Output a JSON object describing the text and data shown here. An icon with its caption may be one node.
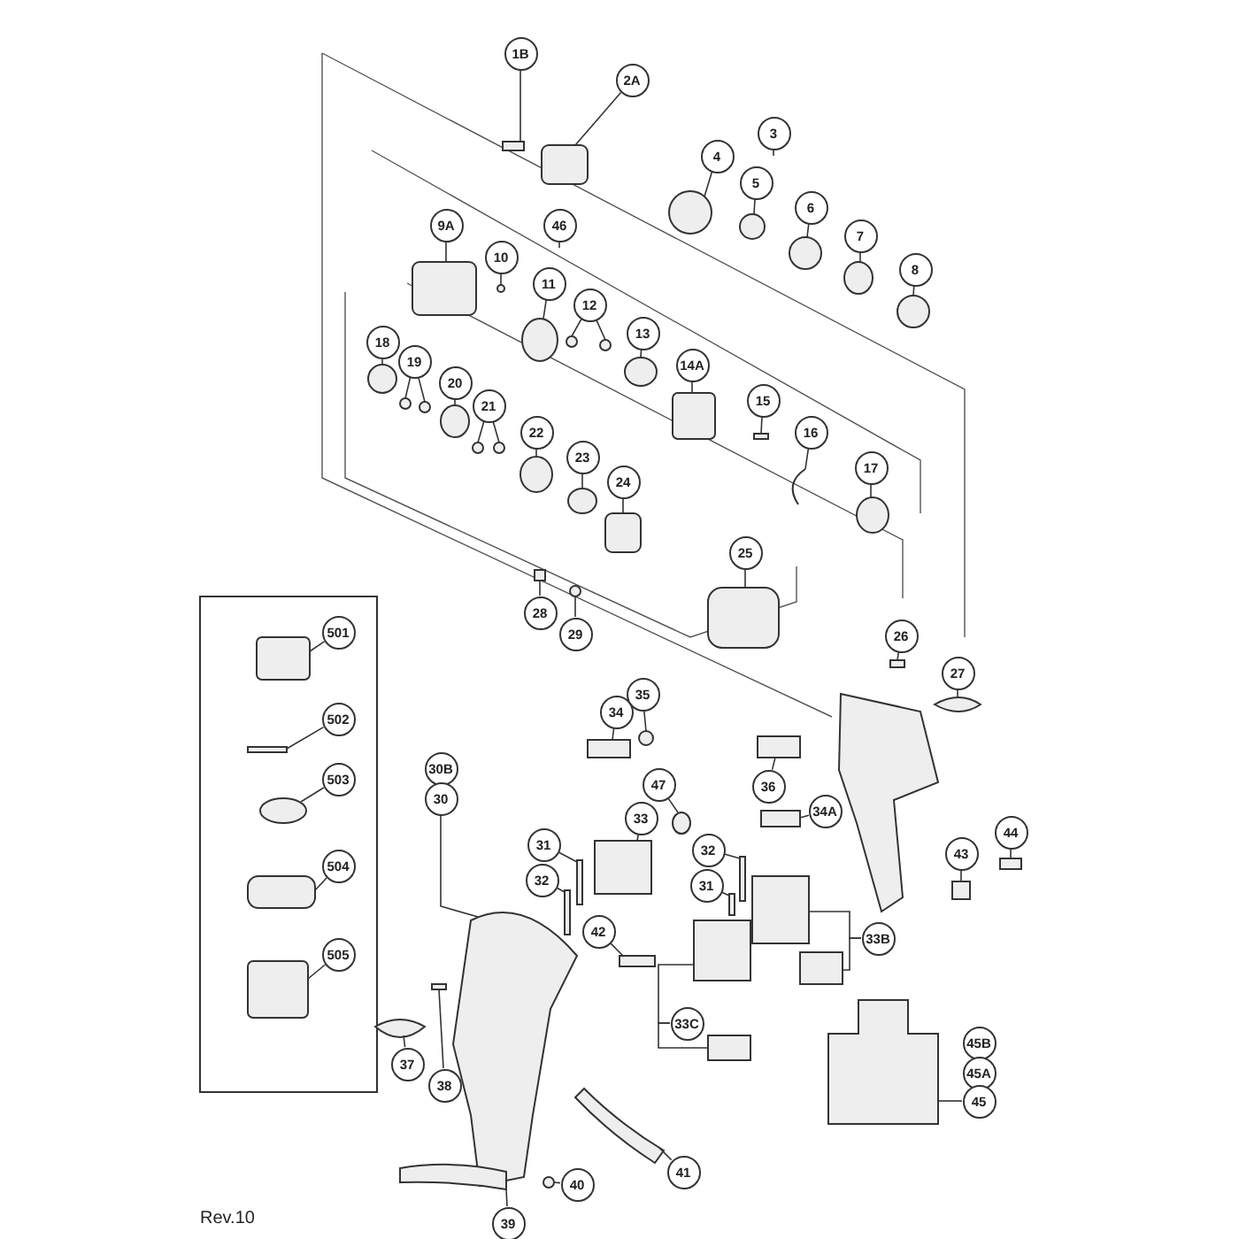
{
  "diagram": {
    "nodes": [
      {
        "text": [
          "1B"
        ]
      },
      {
        "text": [
          "2A"
        ]
      },
      {
        "text": [
          "3"
        ]
      },
      {
        "text": [
          "4"
        ]
      },
      {
        "text": [
          "5"
        ]
      },
      {
        "text": [
          "6"
        ]
      },
      {
        "text": [
          "7"
        ]
      },
      {
        "text": [
          "8"
        ]
      },
      {
        "text": [
          "9A"
        ]
      },
      {
        "text": [
          "46"
        ]
      },
      {
        "text": [
          "10"
        ]
      },
      {
        "text": [
          "11"
        ]
      },
      {
        "text": [
          "12"
        ]
      },
      {
        "text": [
          "13"
        ]
      },
      {
        "text": [
          "14A"
        ]
      },
      {
        "text": [
          "15"
        ]
      },
      {
        "text": [
          "16"
        ]
      },
      {
        "text": [
          "17"
        ]
      },
      {
        "text": [
          "18"
        ]
      },
      {
        "text": [
          "19"
        ]
      },
      {
        "text": [
          "20"
        ]
      },
      {
        "text": [
          "21"
        ]
      },
      {
        "text": [
          "22"
        ]
      },
      {
        "text": [
          "23"
        ]
      },
      {
        "text": [
          "24"
        ]
      },
      {
        "text": [
          "25"
        ]
      },
      {
        "text": [
          "26"
        ]
      },
      {
        "text": [
          "27"
        ]
      },
      {
        "text": [
          "28"
        ]
      },
      {
        "text": [
          "29"
        ]
      },
      {
        "text": [
          "501"
        ]
      },
      {
        "text": [
          "502"
        ]
      },
      {
        "text": [
          "503"
        ]
      },
      {
        "text": [
          "504"
        ]
      },
      {
        "text": [
          "505"
        ]
      },
      {
        "text": [
          "30B"
        ]
      },
      {
        "text": [
          "30"
        ]
      },
      {
        "text": [
          "34"
        ]
      },
      {
        "text": [
          "35"
        ]
      },
      {
        "text": [
          "47"
        ]
      },
      {
        "text": [
          "33"
        ]
      },
      {
        "text": [
          "36"
        ]
      },
      {
        "text": [
          "34A"
        ]
      },
      {
        "text": [
          "31"
        ]
      },
      {
        "text": [
          "32"
        ]
      },
      {
        "text": [
          "32"
        ]
      },
      {
        "text": [
          "31"
        ]
      },
      {
        "text": [
          "33B"
        ]
      },
      {
        "text": [
          "42"
        ]
      },
      {
        "text": [
          "33C"
        ]
      },
      {
        "text": [
          "37"
        ]
      },
      {
        "text": [
          "38"
        ]
      },
      {
        "text": [
          "43"
        ]
      },
      {
        "text": [
          "44"
        ]
      },
      {
        "text": [
          "45B"
        ]
      },
      {
        "text": [
          "45A"
        ]
      },
      {
        "text": [
          "45"
        ]
      },
      {
        "text": [
          "41"
        ]
      },
      {
        "text": [
          "40"
        ]
      },
      {
        "text": [
          "39"
        ]
      },
      {
        "text": [],
        "shape": "box"
      },
      {
        "text": [],
        "shape": "box"
      },
      {
        "text": [],
        "shape": "circle"
      },
      {
        "text": [],
        "shape": "circle"
      },
      {
        "text": [],
        "shape": "circle"
      },
      {
        "text": [],
        "shape": "circle"
      },
      {
        "text": [],
        "shape": "circle"
      },
      {
        "text": [],
        "shape": "box"
      },
      {
        "text": [],
        "shape": "circle"
      },
      {
        "text": [],
        "shape": "circle"
      },
      {
        "text": [],
        "shape": "circle"
      },
      {
        "text": [],
        "shape": "circle"
      },
      {
        "text": [],
        "shape": "circle"
      },
      {
        "text": [],
        "shape": "box"
      },
      {
        "text": [],
        "shape": "box"
      },
      {
        "text": [],
        "shape": "picture"
      },
      {
        "text": [],
        "shape": "circle"
      },
      {
        "text": [],
        "shape": "circle"
      },
      {
        "text": [],
        "shape": "circle"
      },
      {
        "text": [],
        "shape": "circle"
      },
      {
        "text": [],
        "shape": "circle"
      },
      {
        "text": [],
        "shape": "circle"
      },
      {
        "text": [],
        "shape": "circle"
      },
      {
        "text": [],
        "shape": "circle"
      },
      {
        "text": [],
        "shape": "circle"
      },
      {
        "text": [],
        "shape": "box"
      },
      {
        "text": [],
        "shape": "box"
      },
      {
        "text": [],
        "shape": "box"
      },
      {
        "text": [],
        "shape": "picture"
      },
      {
        "text": [],
        "shape": "box"
      },
      {
        "text": [],
        "shape": "circle"
      },
      {
        "text": [],
        "shape": "box"
      },
      {
        "text": [],
        "shape": "box"
      },
      {
        "text": [],
        "shape": "circle"
      },
      {
        "text": [],
        "shape": "box"
      },
      {
        "text": [],
        "shape": "box"
      },
      {
        "text": [],
        "shape": "picture"
      },
      {
        "text": [],
        "shape": "picture"
      },
      {
        "text": [],
        "shape": "box"
      },
      {
        "text": [],
        "shape": "circle"
      },
      {
        "text": [],
        "shape": "circle"
      },
      {
        "text": [],
        "shape": "box"
      },
      {
        "text": [],
        "shape": "box"
      },
      {
        "text": [],
        "shape": "box"
      },
      {
        "text": [],
        "shape": "box"
      },
      {
        "text": [],
        "shape": "box"
      },
      {
        "text": [],
        "shape": "box"
      },
      {
        "text": [],
        "shape": "box"
      },
      {
        "text": [],
        "shape": "box"
      },
      {
        "text": [],
        "shape": "box"
      },
      {
        "text": [],
        "shape": "box"
      },
      {
        "text": [],
        "shape": "box"
      },
      {
        "text": [],
        "shape": "box"
      },
      {
        "text": [],
        "shape": "picture"
      },
      {
        "text": [],
        "shape": "box"
      },
      {
        "text": [],
        "shape": "box"
      },
      {
        "text": [],
        "shape": "box"
      },
      {
        "text": [],
        "shape": "picture"
      },
      {
        "text": [],
        "shape": "picture"
      },
      {
        "text": [],
        "shape": "circle"
      },
      {
        "text": [],
        "shape": "picture"
      }
    ],
    "edges": [
      {
        "from": 0,
        "to": 60,
        "arrow": "none"
      },
      {
        "from": 1,
        "to": 61,
        "arrow": "none"
      },
      {
        "from": 2,
        "to": null,
        "arrow": "none"
      },
      {
        "from": 3,
        "to": 62,
        "arrow": "none"
      },
      {
        "from": 4,
        "to": 63,
        "arrow": "none"
      },
      {
        "from": 5,
        "to": 64,
        "arrow": "none"
      },
      {
        "from": 6,
        "to": 65,
        "arrow": "none"
      },
      {
        "from": 7,
        "to": 66,
        "arrow": "none"
      },
      {
        "from": 8,
        "to": 67,
        "arrow": "none"
      },
      {
        "from": 9,
        "to": null,
        "arrow": "none"
      },
      {
        "from": 10,
        "to": 68,
        "arrow": "none"
      },
      {
        "from": 11,
        "to": 69,
        "arrow": "none"
      },
      {
        "from": 12,
        "to": 70,
        "arrow": "none"
      },
      {
        "from": 12,
        "to": 71,
        "arrow": "none"
      },
      {
        "from": 13,
        "to": 72,
        "arrow": "none"
      },
      {
        "from": 14,
        "to": 73,
        "arrow": "none"
      },
      {
        "from": 15,
        "to": 74,
        "arrow": "none"
      },
      {
        "from": 16,
        "to": 75,
        "arrow": "none"
      },
      {
        "from": 17,
        "to": 76,
        "arrow": "none"
      },
      {
        "from": 18,
        "to": 77,
        "arrow": "none"
      },
      {
        "from": 19,
        "to": 78,
        "arrow": "none"
      },
      {
        "from": 19,
        "to": 79,
        "arrow": "none"
      },
      {
        "from": 20,
        "to": 80,
        "arrow": "none"
      },
      {
        "from": 21,
        "to": 81,
        "arrow": "none"
      },
      {
        "from": 21,
        "to": 82,
        "arrow": "none"
      },
      {
        "from": 22,
        "to": 83,
        "arrow": "none"
      },
      {
        "from": 23,
        "to": 84,
        "arrow": "none"
      },
      {
        "from": 24,
        "to": 85,
        "arrow": "none"
      },
      {
        "from": 25,
        "to": 86,
        "arrow": "none"
      },
      {
        "from": 26,
        "to": 87,
        "arrow": "none"
      },
      {
        "from": 27,
        "to": 88,
        "arrow": "none"
      },
      {
        "from": 28,
        "to": 89,
        "arrow": "none"
      },
      {
        "from": 29,
        "to": 90,
        "arrow": "none"
      },
      {
        "from": 30,
        "to": 91,
        "arrow": "none"
      },
      {
        "from": 31,
        "to": 92,
        "arrow": "none"
      },
      {
        "from": 32,
        "to": 93,
        "arrow": "none"
      },
      {
        "from": 33,
        "to": 94,
        "arrow": "none"
      },
      {
        "from": 34,
        "to": 95,
        "arrow": "none"
      },
      {
        "from": 36,
        "to": 96,
        "arrow": "none"
      },
      {
        "from": 37,
        "to": 98,
        "arrow": "none"
      },
      {
        "from": 38,
        "to": 99,
        "arrow": "none"
      },
      {
        "from": 39,
        "to": 100,
        "arrow": "none"
      },
      {
        "from": 40,
        "to": 101,
        "arrow": "none"
      },
      {
        "from": 41,
        "to": 102,
        "arrow": "none"
      },
      {
        "from": 42,
        "to": 103,
        "arrow": "none"
      },
      {
        "from": 43,
        "to": 104,
        "arrow": "none"
      },
      {
        "from": 44,
        "to": 105,
        "arrow": "none"
      },
      {
        "from": 45,
        "to": 106,
        "arrow": "none"
      },
      {
        "from": 46,
        "to": 107,
        "arrow": "none"
      },
      {
        "from": 47,
        "to": 108,
        "arrow": "none"
      },
      {
        "from": 47,
        "to": 109,
        "arrow": "none"
      },
      {
        "from": 48,
        "to": 110,
        "arrow": "none"
      },
      {
        "from": 49,
        "to": 111,
        "arrow": "none"
      },
      {
        "from": 49,
        "to": 112,
        "arrow": "none"
      },
      {
        "from": 50,
        "to": 113,
        "arrow": "none"
      },
      {
        "from": 51,
        "to": 114,
        "arrow": "none"
      },
      {
        "from": 52,
        "to": 115,
        "arrow": "none"
      },
      {
        "from": 53,
        "to": 116,
        "arrow": "none"
      },
      {
        "from": 56,
        "to": 117,
        "arrow": "none"
      },
      {
        "from": 57,
        "to": 118,
        "arrow": "none"
      },
      {
        "from": 58,
        "to": 119,
        "arrow": "none"
      },
      {
        "from": 59,
        "to": 120,
        "arrow": "none"
      }
    ],
    "labels": [
      "Rev.10"
    ]
  }
}
